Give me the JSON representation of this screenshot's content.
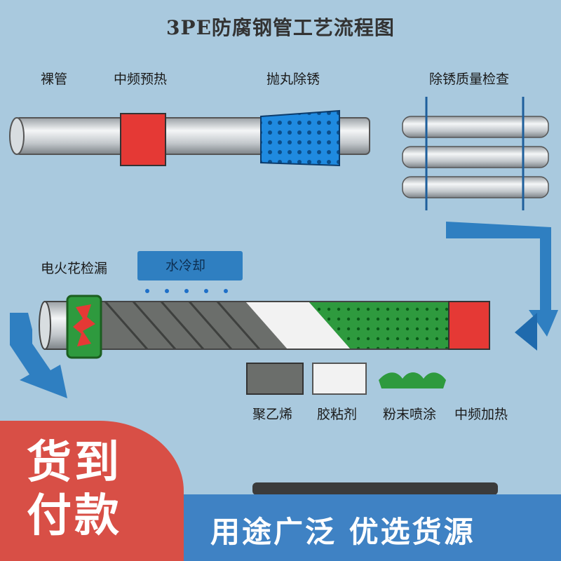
{
  "title": "3PE防腐钢管工艺流程图",
  "steps": {
    "bare_pipe": "裸管",
    "mid_freq_preheat": "中频预热",
    "shot_blast": "抛丸除锈",
    "rust_check": "除锈质量检查",
    "spark_test": "电火花检漏",
    "water_cool": "水冷却",
    "polyethylene": "聚乙烯",
    "adhesive": "胶粘剂",
    "powder_spray": "粉末喷涂",
    "mid_freq_heat": "中频加热"
  },
  "banner": {
    "cod": "货到付款",
    "slogan": "用途广泛   优选货源"
  },
  "colors": {
    "background": "#a9c9de",
    "pipe": "#c9cdd0",
    "heater_red": "#e53935",
    "blast_blue": "#1e88e5",
    "coating_green": "#2e9a3e",
    "polyethylene_gray": "#6b6e6b",
    "adhesive_white": "#f2f2f2",
    "arrow_blue": "#2f7fc1",
    "banner_red": "#d84f46",
    "banner_blue": "#3f82c4"
  },
  "icons": [
    "down-arrow-icon",
    "curved-arrow-icon"
  ]
}
